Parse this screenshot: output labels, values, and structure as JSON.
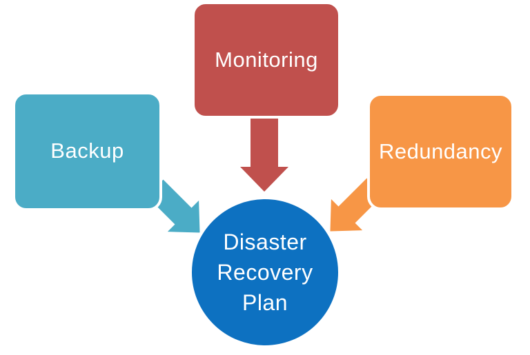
{
  "diagram": {
    "background_color": "#FFFFFF",
    "border_color": "#FFFFFF",
    "text_color": "#FFFFFF",
    "nodes": {
      "backup": {
        "label": "Backup",
        "color": "#4BACC6"
      },
      "monitoring": {
        "label": "Monitoring",
        "color": "#C0504D"
      },
      "redundancy": {
        "label": "Redundancy",
        "color": "#F79646"
      },
      "center": {
        "lines": [
          "Disaster",
          "Recovery",
          "Plan"
        ],
        "color": "#0D71C1"
      }
    }
  }
}
